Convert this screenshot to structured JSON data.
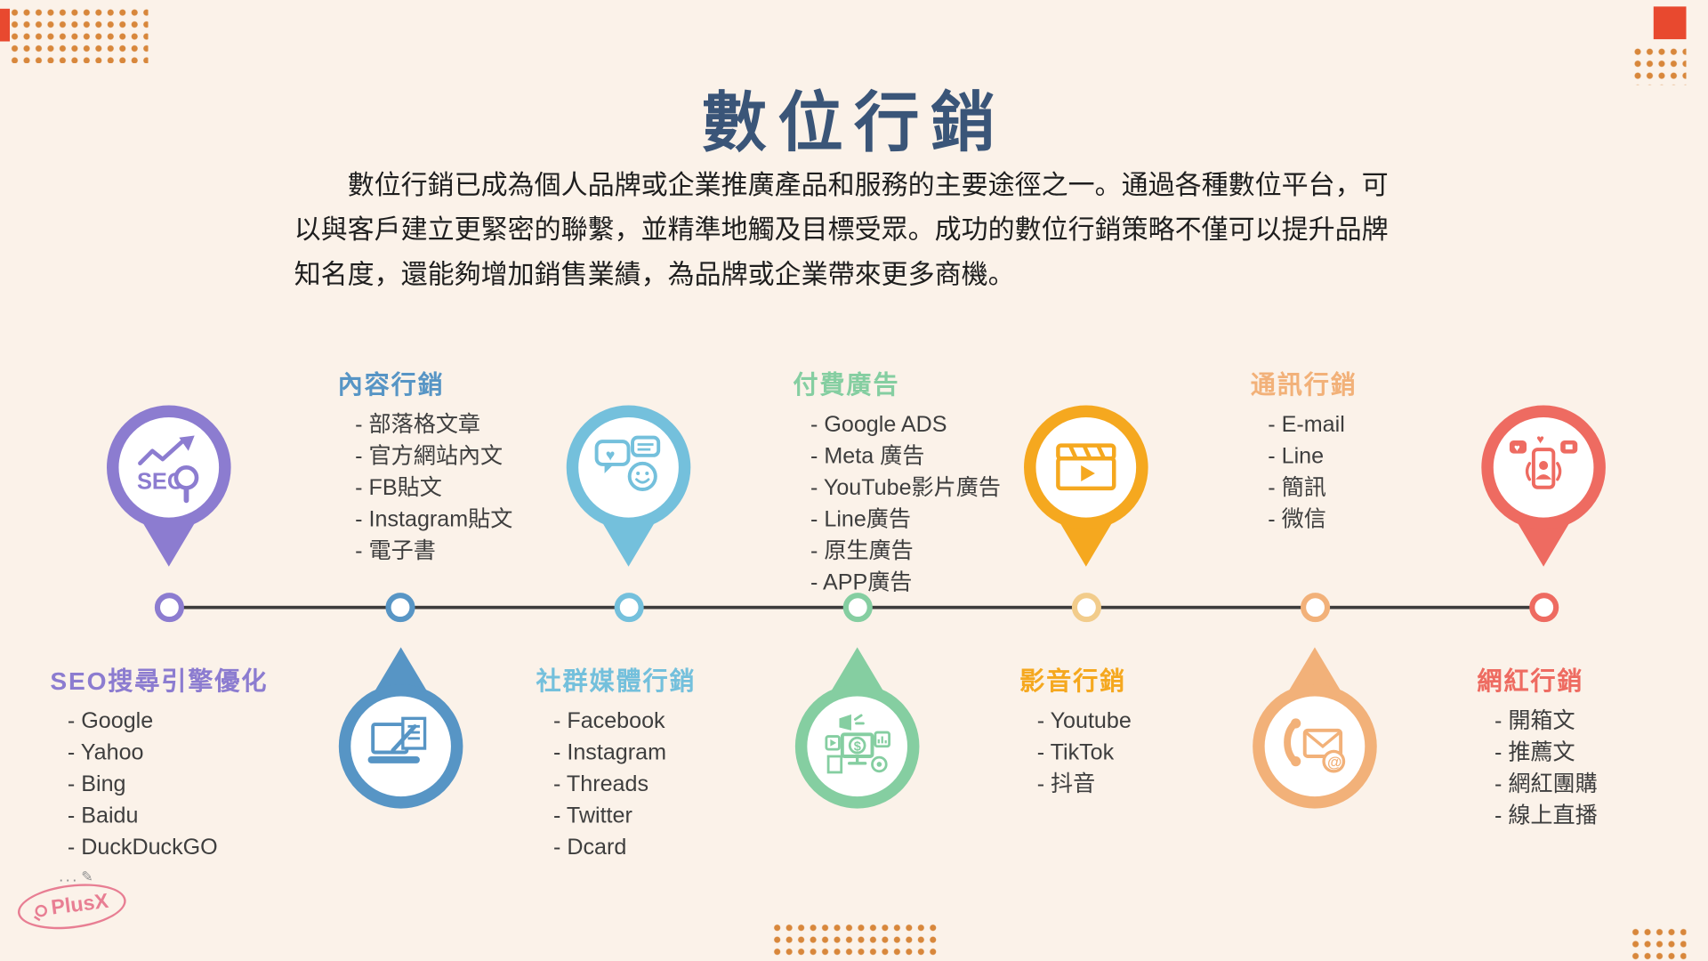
{
  "page": {
    "title": "數位行銷",
    "intro": "數位行銷已成為個人品牌或企業推廣產品和服務的主要途徑之一。通過各種數位平台，可以與客戶建立更緊密的聯繫，並精準地觸及目標受眾。成功的數位行銷策略不僅可以提升品牌知名度，還能夠增加銷售業績，為品牌或企業帶來更多商機。"
  },
  "colors": {
    "background": "#FBF2E9",
    "title": "#3A5578",
    "timeline": "#3C3C3C",
    "dots_accent": "#D8873B",
    "corner_accent": "#E8492F"
  },
  "nodes": [
    {
      "title": "SEO搜尋引擎優化",
      "color": "#8C7CD0",
      "icon": "seo-magnifier-icon",
      "items": [
        "- Google",
        "- Yahoo",
        "- Bing",
        "- Baidu",
        "- DuckDuckGO"
      ]
    },
    {
      "title": "內容行銷",
      "color": "#5795C5",
      "icon": "laptop-writing-icon",
      "items": [
        "- 部落格文章",
        "- 官方網站內文",
        "- FB貼文",
        "- Instagram貼文",
        "- 電子書"
      ]
    },
    {
      "title": "社群媒體行銷",
      "color": "#74C0DC",
      "icon": "chat-bubbles-icon",
      "items": [
        "- Facebook",
        "- Instagram",
        "- Threads",
        "- Twitter",
        "- Dcard"
      ]
    },
    {
      "title": "付費廣告",
      "color": "#85CEA1",
      "icon": "ads-monitor-icon",
      "items": [
        "- Google ADS",
        "- Meta 廣告",
        "- YouTube影片廣告",
        "- Line廣告",
        "- 原生廣告",
        "- APP廣告"
      ]
    },
    {
      "title": "影音行銷",
      "color": "#F5A81F",
      "icon": "video-clapperboard-icon",
      "items": [
        "- Youtube",
        "- TikTok",
        "- 抖音"
      ]
    },
    {
      "title": "通訊行銷",
      "color": "#F2B179",
      "icon": "phone-envelope-icon",
      "items": [
        "- E-mail",
        "- Line",
        "- 簡訊",
        "- 微信"
      ]
    },
    {
      "title": "網紅行銷",
      "color": "#EE6B61",
      "icon": "influencer-phone-icon",
      "items": [
        "- 開箱文",
        "- 推薦文",
        "- 網紅團購",
        "- 線上直播"
      ]
    }
  ],
  "logo": {
    "dots": "...",
    "text": "PlusX"
  }
}
